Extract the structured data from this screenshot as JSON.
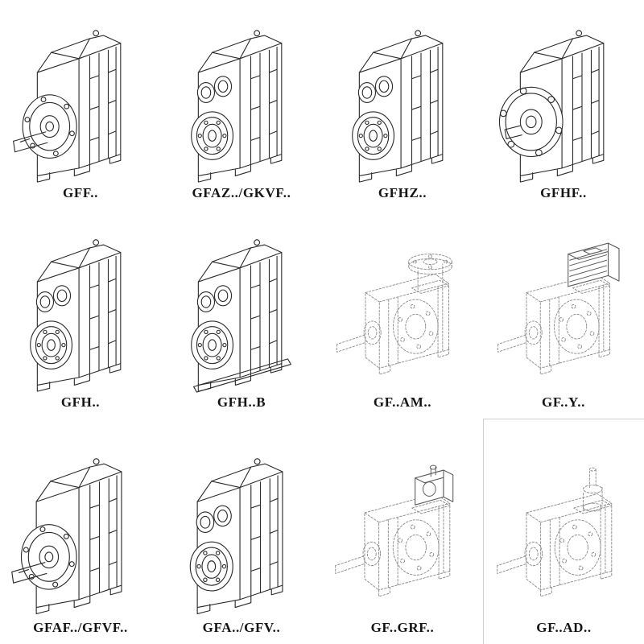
{
  "colors": {
    "background": "#ffffff",
    "solid_line": "#2b2b2b",
    "dashed_line": "#909090"
  },
  "catalog": {
    "cells": [
      {
        "label": "GFF..",
        "drawing": "flange-shaft-gearbox"
      },
      {
        "label": "GFAZ../GKVF..",
        "drawing": "hollow-shaft-gearbox"
      },
      {
        "label": "GFHZ..",
        "drawing": "hollow-shaft-gearbox"
      },
      {
        "label": "GFHF..",
        "drawing": "front-flange-gearbox"
      },
      {
        "label": "GFH..",
        "drawing": "hollow-shaft-gearbox"
      },
      {
        "label": "GFH..B",
        "drawing": "hollow-shaft-gearbox-baseplate"
      },
      {
        "label": "GF..AM..",
        "drawing": "dashed-gearbox-top-input-flange"
      },
      {
        "label": "GF..Y..",
        "drawing": "dashed-gearbox-with-motor"
      },
      {
        "label": "GFAF../GFVF..",
        "drawing": "flange-shaft-gearbox"
      },
      {
        "label": "GFA../GFV..",
        "drawing": "hollow-shaft-gearbox"
      },
      {
        "label": "GF..GRF..",
        "drawing": "dashed-gearbox-adapter-unit"
      },
      {
        "label": "GF..AD..",
        "drawing": "dashed-gearbox-input-shaft"
      }
    ]
  }
}
